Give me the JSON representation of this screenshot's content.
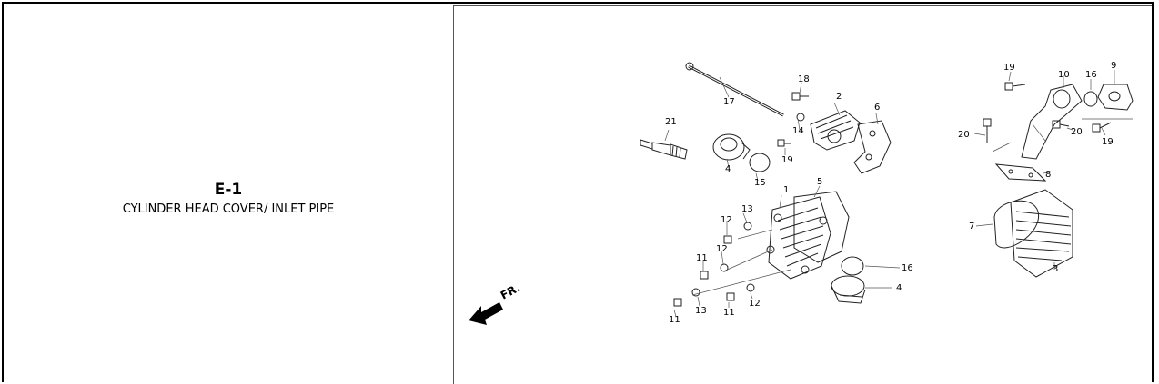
{
  "section": {
    "code": "E-1",
    "title": "CYLINDER HEAD COVER/ INLET PIPE"
  },
  "diagram": {
    "direction_label": "FR.",
    "callouts": {
      "c1": "1",
      "c2": "2",
      "c3": "3",
      "c4a": "4",
      "c4b": "4",
      "c5": "5",
      "c6": "6",
      "c7": "7",
      "c8": "8",
      "c9": "9",
      "c10": "10",
      "c11a": "11",
      "c11b": "11",
      "c11c": "11",
      "c12a": "12",
      "c12b": "12",
      "c12c": "12",
      "c13a": "13",
      "c13b": "13",
      "c14": "14",
      "c15": "15",
      "c16a": "16",
      "c16b": "16",
      "c17": "17",
      "c18": "18",
      "c19a": "19",
      "c19b": "19",
      "c19c": "19",
      "c20a": "20",
      "c20b": "20",
      "c21": "21"
    }
  }
}
